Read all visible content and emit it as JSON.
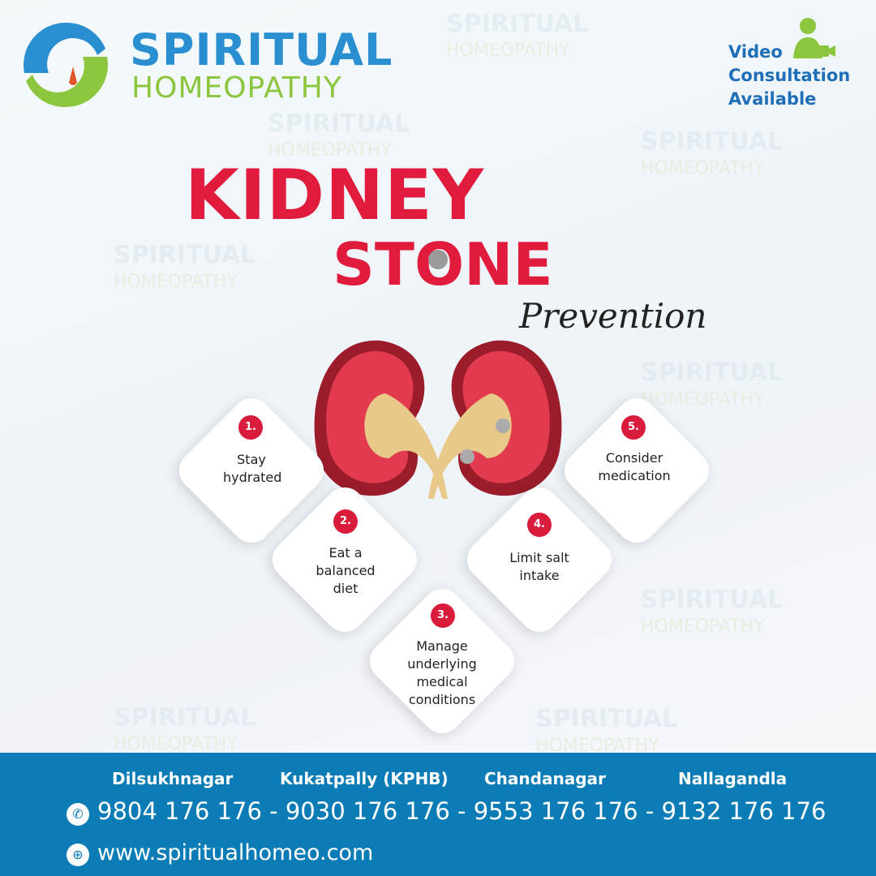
{
  "brand": {
    "line1": "SPIRITUAL",
    "line2": "HOMEOPATHY"
  },
  "video": {
    "line1": "Video",
    "line2": "Consultation",
    "line3": "Available"
  },
  "title": {
    "kidney": "KIDNEY",
    "stone": "STONE",
    "prevention": "Prevention"
  },
  "tips": [
    {
      "num": "1.",
      "text": "Stay hydrated"
    },
    {
      "num": "2.",
      "text": "Eat a balanced diet"
    },
    {
      "num": "3.",
      "text": "Manage underlying medical conditions"
    },
    {
      "num": "4.",
      "text": "Limit salt intake"
    },
    {
      "num": "5.",
      "text": "Consider medication"
    }
  ],
  "footer": {
    "locations": [
      "Dilsukhnagar",
      "Kukatpally (KPHB)",
      "Chandanagar",
      "Nallagandla"
    ],
    "phones": "9804 176 176 - 9030 176 176 - 9553 176 176 - 9132 176 176",
    "website": "www.spiritualhomeo.com"
  },
  "colors": {
    "blue": "#2a8fd0",
    "green": "#8cc63f",
    "red": "#e01b3c",
    "footer": "#0b7cb5"
  }
}
